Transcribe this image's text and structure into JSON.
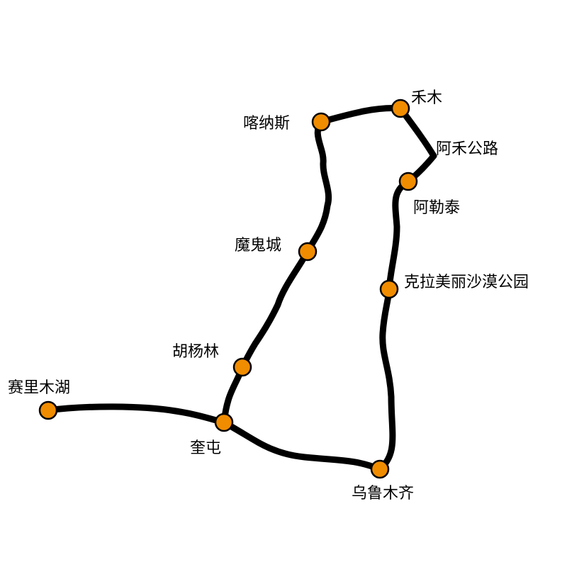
{
  "map": {
    "colors": {
      "route": "#000000",
      "stop_fill": "#F08C00",
      "stop_stroke": "#000000",
      "background": "#FFFFFF"
    },
    "stops": [
      {
        "id": "hemu",
        "label": "禾木"
      },
      {
        "id": "kanas",
        "label": "喀纳斯"
      },
      {
        "id": "ahe-road",
        "label": "阿禾公路"
      },
      {
        "id": "altay",
        "label": "阿勒泰"
      },
      {
        "id": "ghost-city",
        "label": "魔鬼城"
      },
      {
        "id": "karamay-desert-park",
        "label": "克拉美丽沙漠公园"
      },
      {
        "id": "populus-forest",
        "label": "胡杨林"
      },
      {
        "id": "sayram-lake",
        "label": "赛里木湖"
      },
      {
        "id": "kuitun",
        "label": "奎屯"
      },
      {
        "id": "urumqi",
        "label": "乌鲁木齐"
      }
    ]
  }
}
